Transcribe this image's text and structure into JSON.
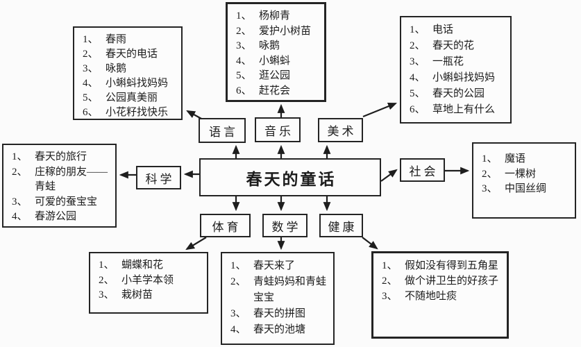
{
  "diagram": {
    "title": "春天的童话",
    "branches": [
      {
        "label": "语言",
        "items": [
          "1、春雨",
          "2、春天的电话",
          "3、咏鹅",
          "4、小蝌蚪找妈妈",
          "5、公园真美丽",
          "6、小花籽找快乐"
        ]
      },
      {
        "label": "音乐",
        "items": [
          "1、杨柳青",
          "2、爱护小树苗",
          "3、咏鹅",
          "4、小蝌蚪",
          "5、逛公园",
          "6、赶花会"
        ]
      },
      {
        "label": "美术",
        "items": [
          "1、电话",
          "2、春天的花",
          "3、一瓶花",
          "4、小蝌蚪找妈妈",
          "5、春天的公园",
          "6、草地上有什么"
        ]
      },
      {
        "label": "科学",
        "items": [
          "1、春天的旅行",
          "2、庄稼的朋友——青蛙",
          "3、可爱的蚕宝宝",
          "4、春游公园"
        ]
      },
      {
        "label": "社会",
        "items": [
          "1、魔语",
          "2、一棵树",
          "3、中国丝绸"
        ]
      },
      {
        "label": "体育",
        "items": [
          "1、蝴蝶和花",
          "2、小羊学本领",
          "3、栽树苗"
        ]
      },
      {
        "label": "数学",
        "items": [
          "1、春天来了",
          "2、青蛙妈妈和青蛙宝宝",
          "3、春天的拼图",
          "4、春天的池塘"
        ]
      },
      {
        "label": "健康",
        "items": [
          "1、假如没有得到五角星",
          "2、做个讲卫生的好孩子",
          "3、不随地吐痰"
        ]
      }
    ],
    "colors": {
      "text": "#1c1c1c",
      "border": "#242424",
      "background": "#fbfbfb"
    }
  }
}
